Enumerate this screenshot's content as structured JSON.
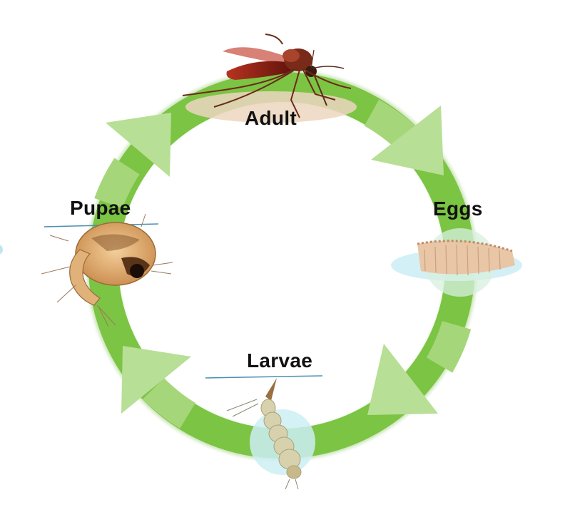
{
  "diagram": {
    "stages": {
      "adult": "Adult",
      "eggs": "Eggs",
      "larvae": "Larvae",
      "pupae": "Pupae"
    },
    "colors": {
      "ring": "#7cc443",
      "ring_shade": "#a6d67a",
      "arrow": "#b7df95",
      "water": "#bfe6ee",
      "adult_body": "#8f1d14",
      "pupa_body": "#dba56b",
      "larva_body": "#cfc9a0",
      "egg_raft": "#e8c6a6"
    }
  }
}
